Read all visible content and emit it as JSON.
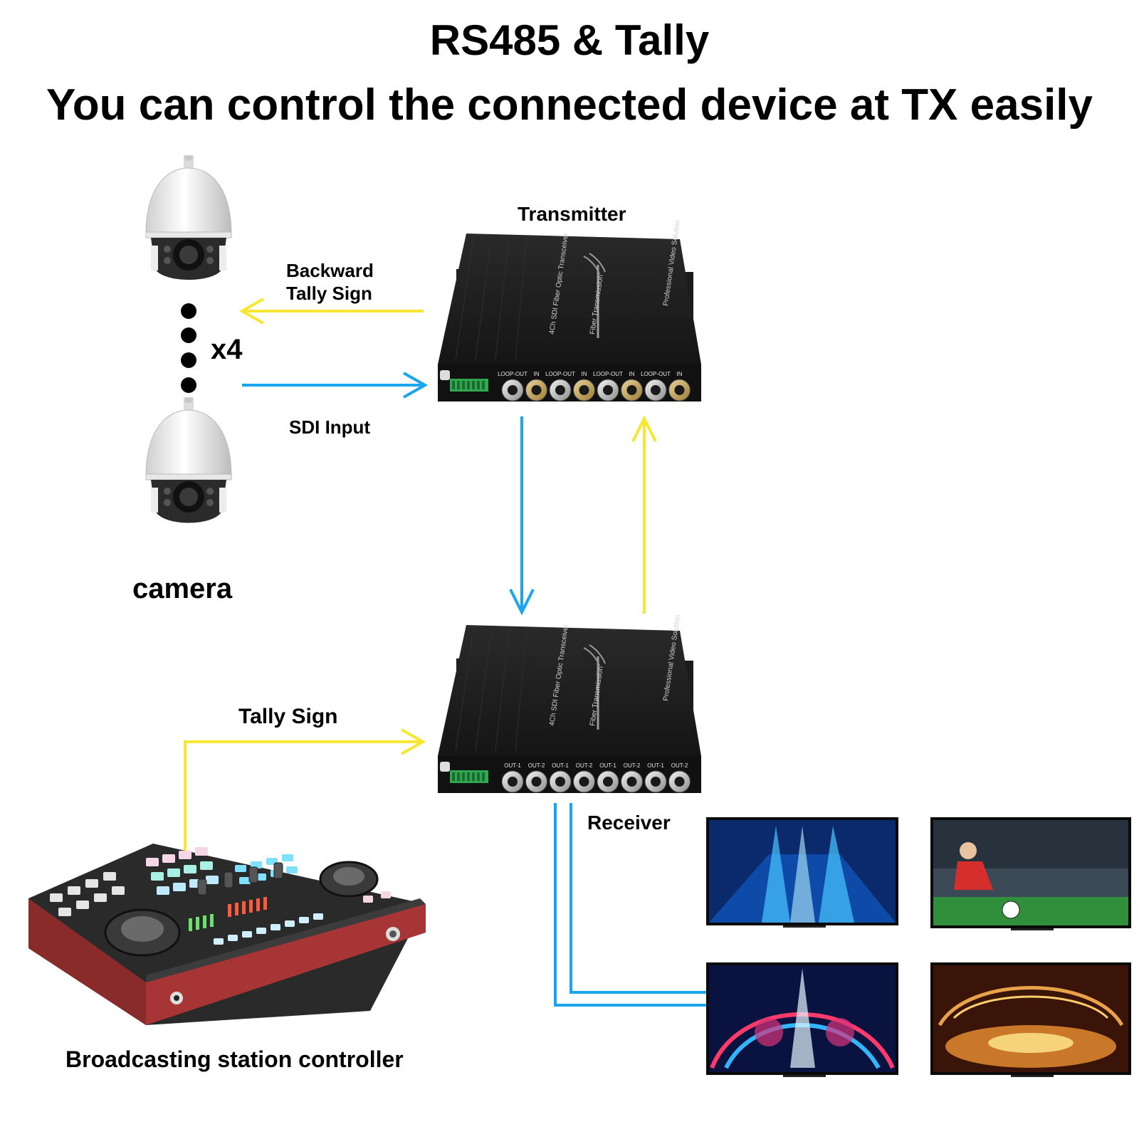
{
  "title": {
    "line1": "RS485 & Tally",
    "line2": "You can control the connected device at TX easily"
  },
  "labels": {
    "transmitter": "Transmitter",
    "receiver": "Receiver",
    "backward_tally_line1": "Backward",
    "backward_tally_line2": "Tally Sign",
    "sdi_input": "SDI Input",
    "tally_sign": "Tally Sign",
    "multiplier": "x4",
    "camera": "camera",
    "controller": "Broadcasting station controller"
  },
  "transmitter_device": {
    "model_text": "4Ch SDI Fiber Optic Transceiver",
    "fiber_text": "Fiber Transmission",
    "brand_text": "Professional Video Solution",
    "port_labels": [
      "LOOP-OUT",
      "IN",
      "LOOP-OUT",
      "IN",
      "LOOP-OUT",
      "IN",
      "LOOP-OUT",
      "IN"
    ]
  },
  "receiver_device": {
    "model_text": "4Ch SDI Fiber Optic Transceiver",
    "fiber_text": "Fiber Transmission",
    "brand_text": "Professional Video Solution",
    "port_labels": [
      "OUT-1",
      "OUT-2",
      "OUT-1",
      "OUT-2",
      "OUT-1",
      "OUT-2",
      "OUT-1",
      "OUT-2"
    ]
  },
  "colors": {
    "tally_arrow": "#f7e733",
    "sdi_arrow": "#1aa6ee",
    "device_body": "#1e1e1e"
  }
}
